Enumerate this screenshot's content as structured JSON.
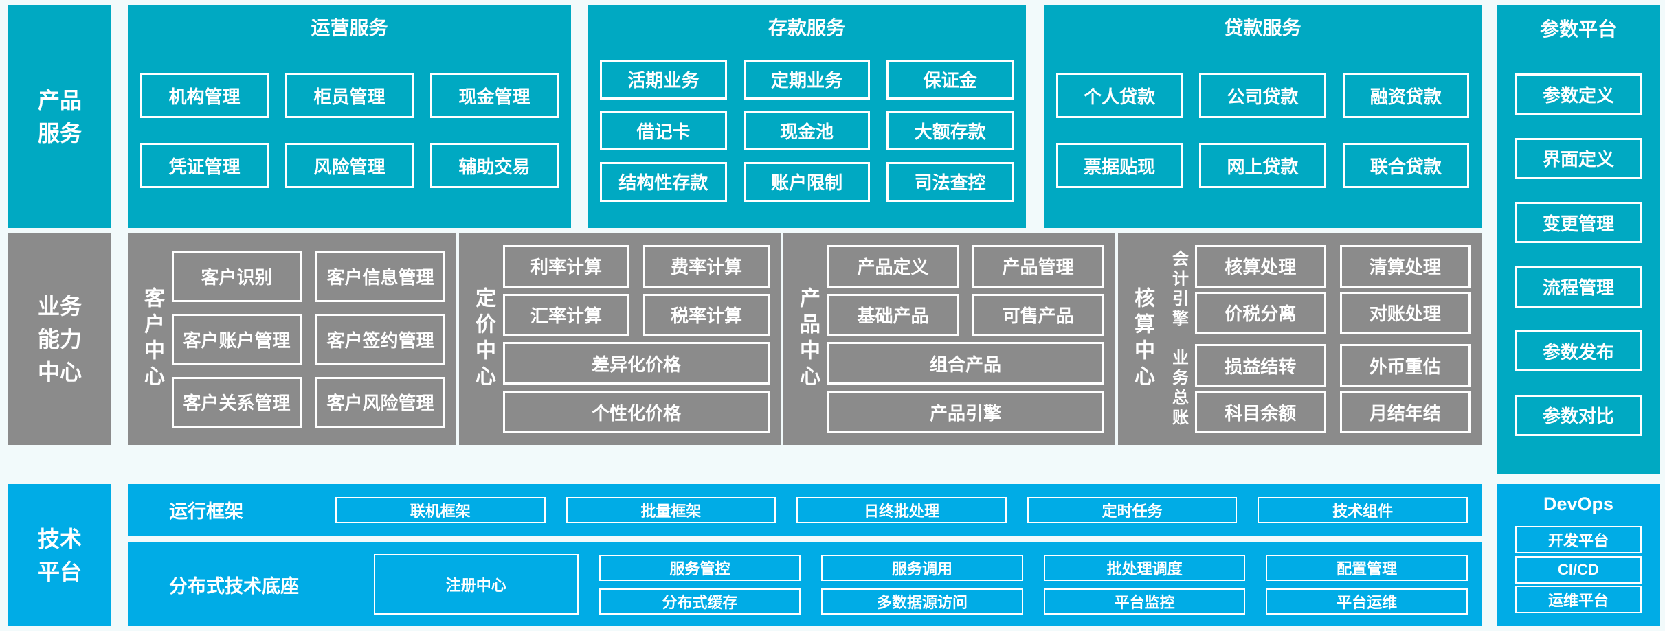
{
  "palette": {
    "teal": "#00a9c2",
    "blue": "#00ace6",
    "gray": "#8b8b8b",
    "background": "#f2fafb",
    "text": "#ffffff"
  },
  "left_rail": {
    "product_services": "产品\n服务",
    "business_capability": "业务\n能力\n中心",
    "tech_platform": "技术\n平台"
  },
  "top": {
    "operations": {
      "title": "运营服务",
      "items": [
        "机构管理",
        "柜员管理",
        "现金管理",
        "凭证管理",
        "风险管理",
        "辅助交易"
      ]
    },
    "deposit": {
      "title": "存款服务",
      "items": [
        "活期业务",
        "定期业务",
        "保证金",
        "借记卡",
        "现金池",
        "大额存款",
        "结构性存款",
        "账户限制",
        "司法查控"
      ]
    },
    "loan": {
      "title": "贷款服务",
      "items": [
        "个人贷款",
        "公司贷款",
        "融资贷款",
        "票据贴现",
        "网上贷款",
        "联合贷款"
      ]
    }
  },
  "params": {
    "title": "参数平台",
    "items": [
      "参数定义",
      "界面定义",
      "变更管理",
      "流程管理",
      "参数发布",
      "参数对比"
    ]
  },
  "mid": {
    "customer": {
      "label": "客户中心",
      "items": [
        "客户识别",
        "客户信息管理",
        "客户账户管理",
        "客户签约管理",
        "客户关系管理",
        "客户风险管理"
      ]
    },
    "pricing": {
      "label": "定价中心",
      "items": [
        "利率计算",
        "费率计算",
        "汇率计算",
        "税率计算"
      ],
      "wide": [
        "差异化价格",
        "个性化价格"
      ]
    },
    "product": {
      "label": "产品中心",
      "items": [
        "产品定义",
        "产品管理",
        "基础产品",
        "可售产品"
      ],
      "wide": [
        "组合产品",
        "产品引擎"
      ]
    },
    "accounting": {
      "label": "核算中心",
      "groups": [
        {
          "label": "会计引擎",
          "items": [
            "核算处理",
            "清算处理",
            "价税分离",
            "对账处理"
          ]
        },
        {
          "label": "业务总账",
          "items": [
            "损益结转",
            "外币重估",
            "科目余额",
            "月结年结"
          ]
        }
      ]
    }
  },
  "bottom": {
    "runtime": {
      "label": "运行框架",
      "items": [
        "联机框架",
        "批量框架",
        "日终批处理",
        "定时任务",
        "技术组件"
      ]
    },
    "distributed": {
      "label": "分布式技术底座",
      "registry": "注册中心",
      "pairs": [
        [
          "服务管控",
          "分布式缓存"
        ],
        [
          "服务调用",
          "多数据源访问"
        ],
        [
          "批处理调度",
          "平台监控"
        ],
        [
          "配置管理",
          "平台运维"
        ]
      ]
    },
    "devops": {
      "title": "DevOps",
      "items": [
        "开发平台",
        "CI/CD",
        "运维平台"
      ]
    }
  }
}
